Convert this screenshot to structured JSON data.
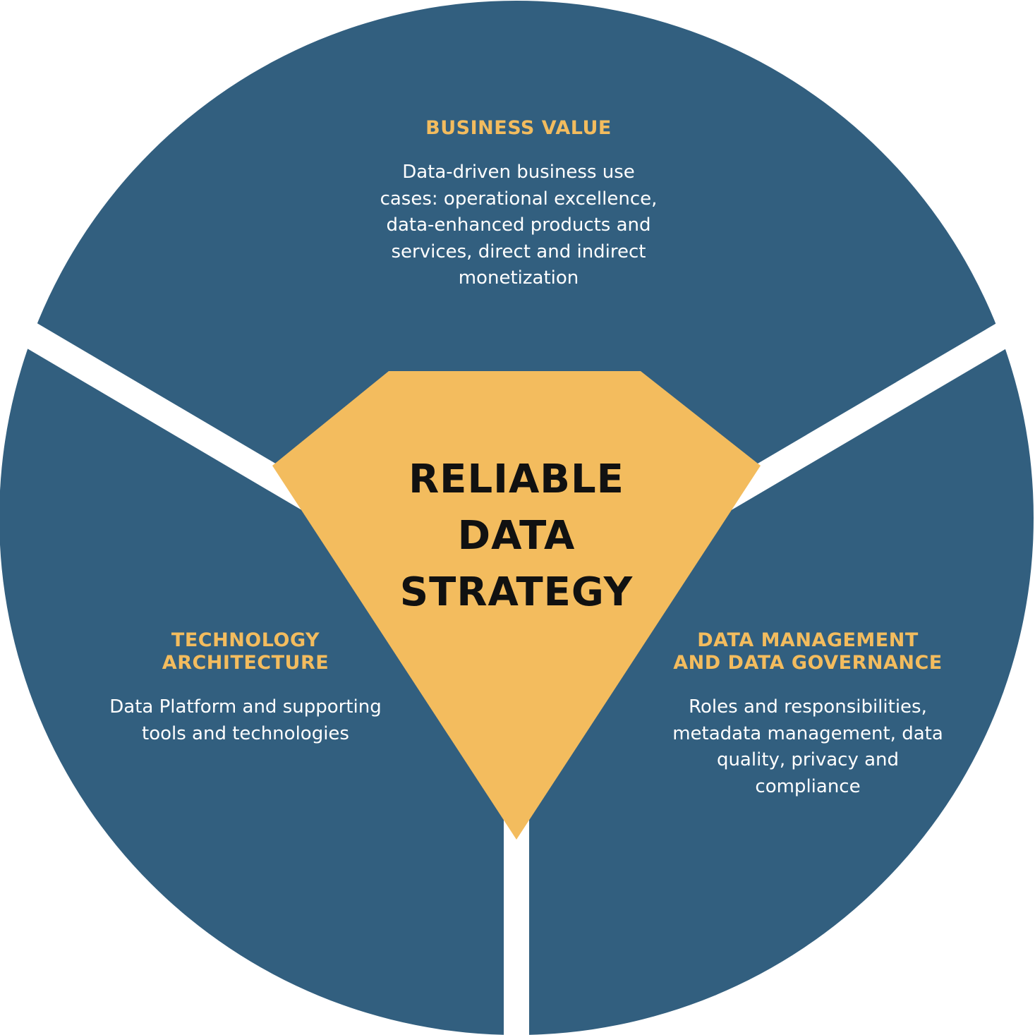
{
  "colors": {
    "segment": "#325f7f",
    "accent": "#f3bc5e",
    "heading": "#f3bc5e",
    "body_text": "#ffffff",
    "center_text": "#111111",
    "separator": "#ffffff"
  },
  "center": {
    "lines": [
      "RELIABLE",
      "DATA",
      "STRATEGY"
    ]
  },
  "segments": {
    "business_value": {
      "title_lines": [
        "BUSINESS VALUE"
      ],
      "desc_lines": [
        "Data-driven business use",
        "cases: operational excellence,",
        "data-enhanced products and",
        "services, direct and indirect",
        "monetization"
      ]
    },
    "technology_architecture": {
      "title_lines": [
        "TECHNOLOGY",
        "ARCHITECTURE"
      ],
      "desc_lines": [
        "Data Platform and supporting",
        "tools and technologies"
      ]
    },
    "data_management": {
      "title_lines": [
        "DATA MANAGEMENT",
        "AND DATA GOVERNANCE"
      ],
      "desc_lines": [
        "Roles and responsibilities,",
        "metadata management, data",
        "quality, privacy and",
        "compliance"
      ]
    }
  }
}
